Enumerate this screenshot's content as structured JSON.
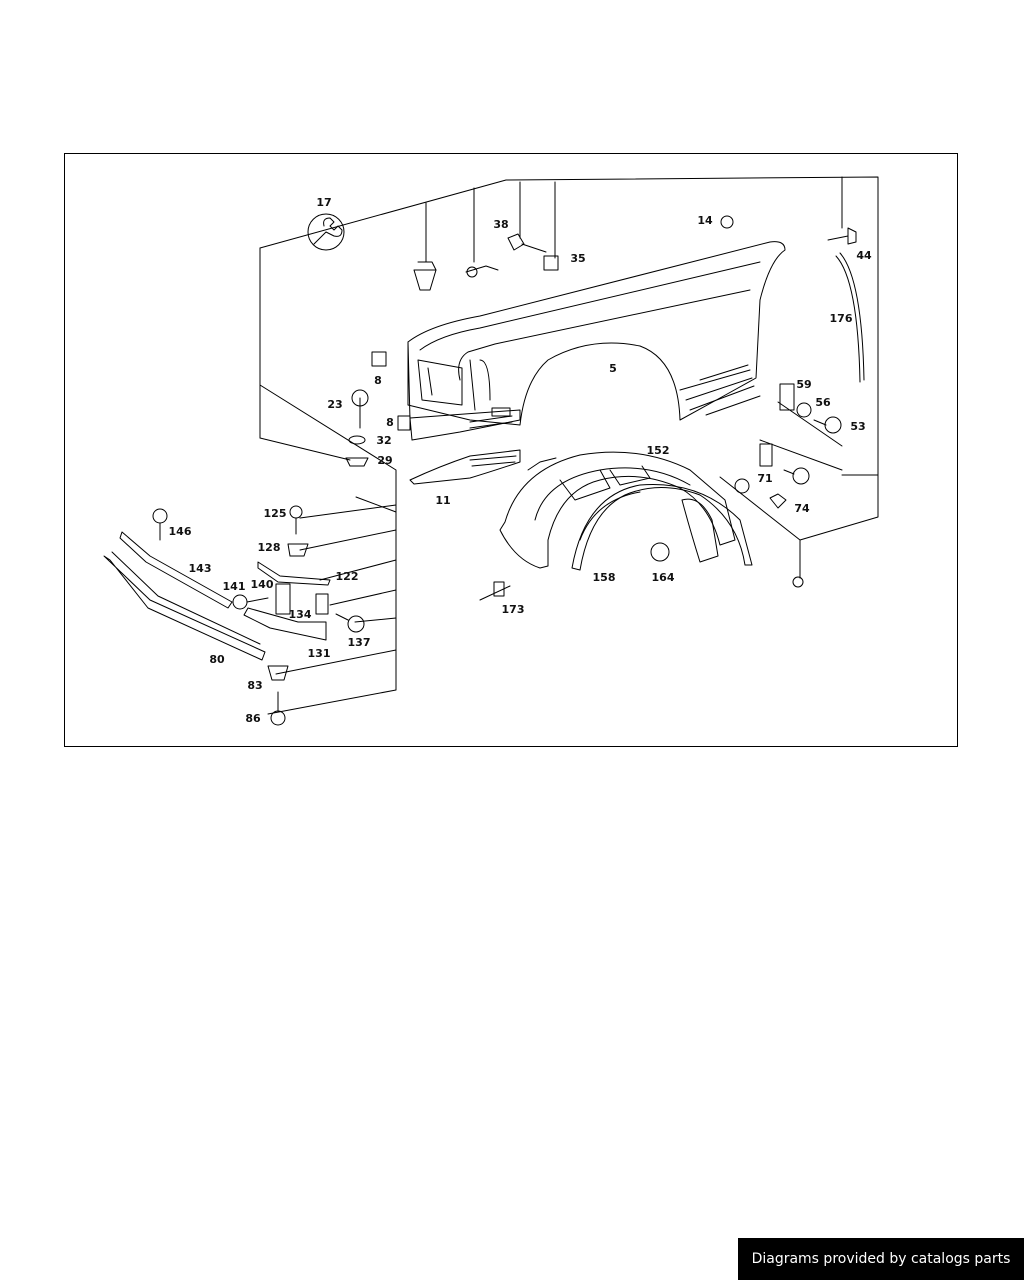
{
  "credit": "Diagrams provided by catalogs parts",
  "callouts": [
    "17",
    "38",
    "14",
    "35",
    "44",
    "176",
    "8",
    "5",
    "59",
    "56",
    "23",
    "53",
    "32",
    "8",
    "29",
    "152",
    "71",
    "11",
    "74",
    "125",
    "146",
    "128",
    "122",
    "143",
    "158",
    "164",
    "141",
    "140",
    "134",
    "173",
    "137",
    "131",
    "80",
    "83",
    "86"
  ],
  "icons": {
    "tool": "wrench-icon"
  },
  "colors": {
    "line": "#000000",
    "background": "#ffffff",
    "banner": "#000000"
  }
}
